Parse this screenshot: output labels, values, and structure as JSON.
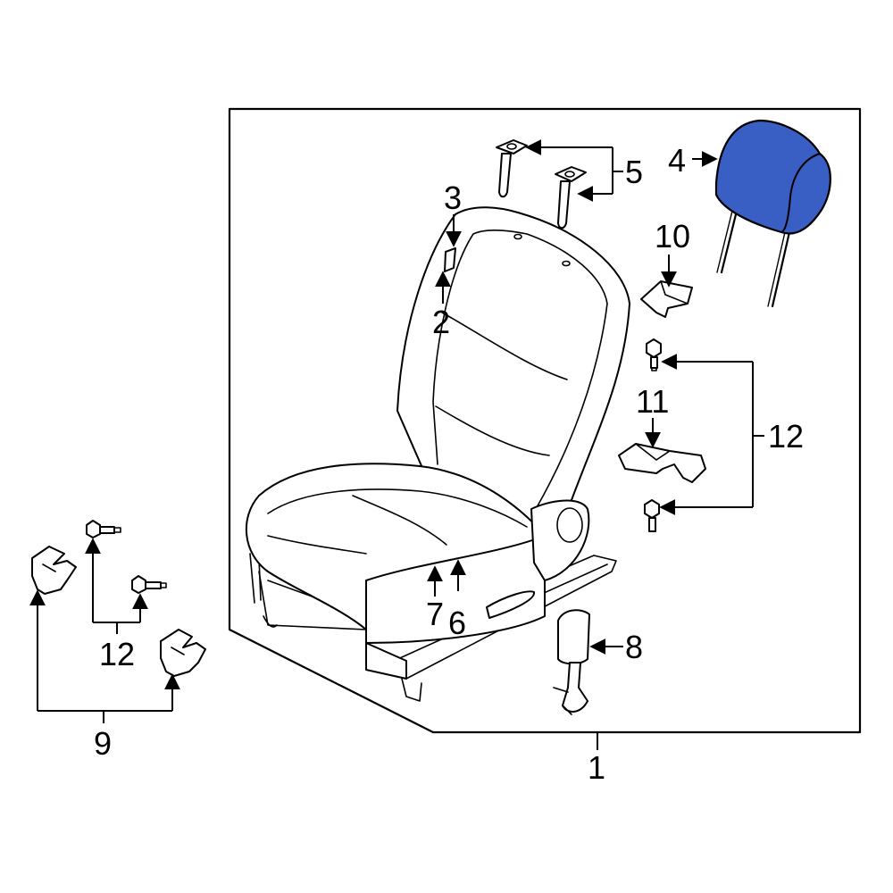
{
  "diagram": {
    "callouts": {
      "c1": "1",
      "c2": "2",
      "c3": "3",
      "c4": "4",
      "c5": "5",
      "c6": "6",
      "c7": "7",
      "c8": "8",
      "c9": "9",
      "c10": "10",
      "c11": "11",
      "c12_right": "12",
      "c12_left": "12"
    },
    "highlight_color": "#3a5fc4",
    "line_color": "#000000",
    "background_color": "#ffffff"
  }
}
